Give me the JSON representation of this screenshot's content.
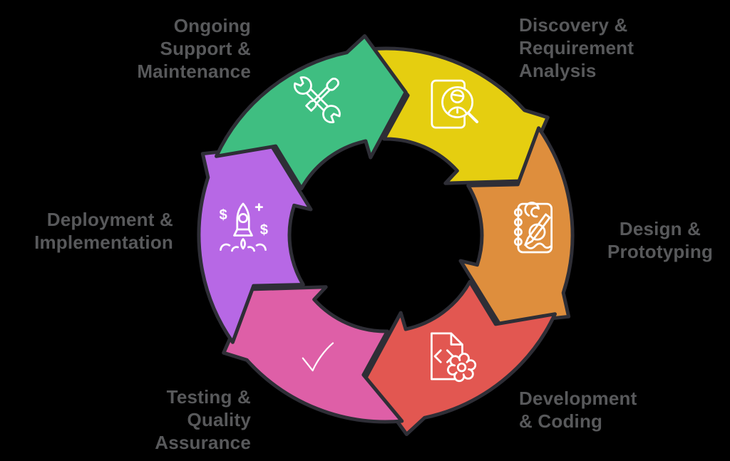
{
  "diagram_name": "software-development-life-cycle",
  "background_color": "#000000",
  "outline_color": "#2E2E36",
  "icon_color": "#FFFFFF",
  "label_color": "#58595B",
  "flow_direction": "clockwise",
  "segments": [
    {
      "id": "discovery",
      "label": "Discovery &\nRequirement\nAnalysis",
      "color": "#E5CE10",
      "icon": "document-search-user-icon"
    },
    {
      "id": "design",
      "label": "Design &\nPrototyping",
      "color": "#DE8E3D",
      "icon": "notebook-pen-icon"
    },
    {
      "id": "development",
      "label": "Development\n& Coding",
      "color": "#E25751",
      "icon": "code-file-gear-icon"
    },
    {
      "id": "testing",
      "label": "Testing &\nQuality\nAssurance",
      "color": "#DE5FA7",
      "icon": "checkmark-icon"
    },
    {
      "id": "deployment",
      "label": "Deployment &\nImplementation",
      "color": "#B768E5",
      "icon": "rocket-dollar-icon"
    },
    {
      "id": "maintenance",
      "label": "Ongoing\nSupport &\nMaintenance",
      "color": "#3FBE81",
      "icon": "wrench-screwdriver-icon"
    }
  ]
}
